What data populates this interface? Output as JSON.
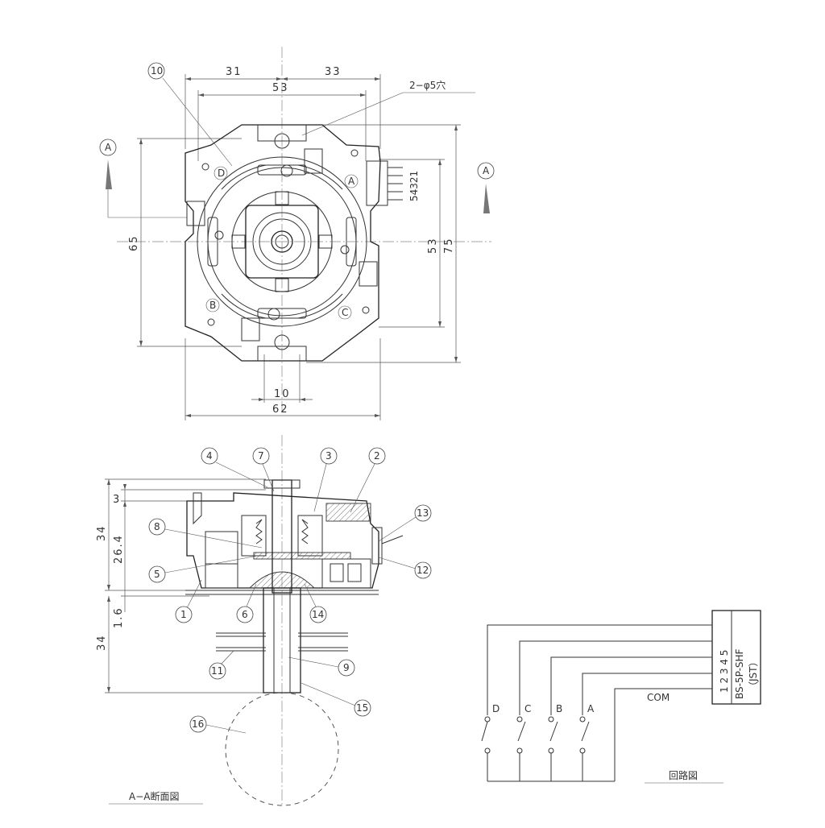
{
  "top_view": {
    "dim_left": "31",
    "dim_right": "33",
    "dim_width": "53",
    "hole_note": "2−φ5穴",
    "dim_height_left": "65",
    "dim_height_inner": "53",
    "dim_height_outer": "75",
    "dim_bottom_small": "10",
    "dim_bottom_total": "62",
    "section_marker": "A",
    "pin_numbers": "54321",
    "quadrant_labels": [
      "D",
      "A",
      "B",
      "C"
    ],
    "part_ref": "10"
  },
  "section_view": {
    "dim_top": "3",
    "dim_total_upper": "34",
    "dim_body": "26.4",
    "dim_plate": "1.6",
    "dim_shaft": "34",
    "part_refs": [
      "4",
      "7",
      "3",
      "2",
      "13",
      "8",
      "12",
      "5",
      "1",
      "6",
      "14",
      "11",
      "9",
      "15",
      "16"
    ],
    "title": "A−A断面図"
  },
  "circuit": {
    "switch_labels": [
      "D",
      "C",
      "B",
      "A"
    ],
    "com_label": "COM",
    "connector_pins": "1 2 3 4 5",
    "connector_name": "BS-5P-SHF",
    "connector_maker": "（JST）",
    "title": "回路図"
  }
}
